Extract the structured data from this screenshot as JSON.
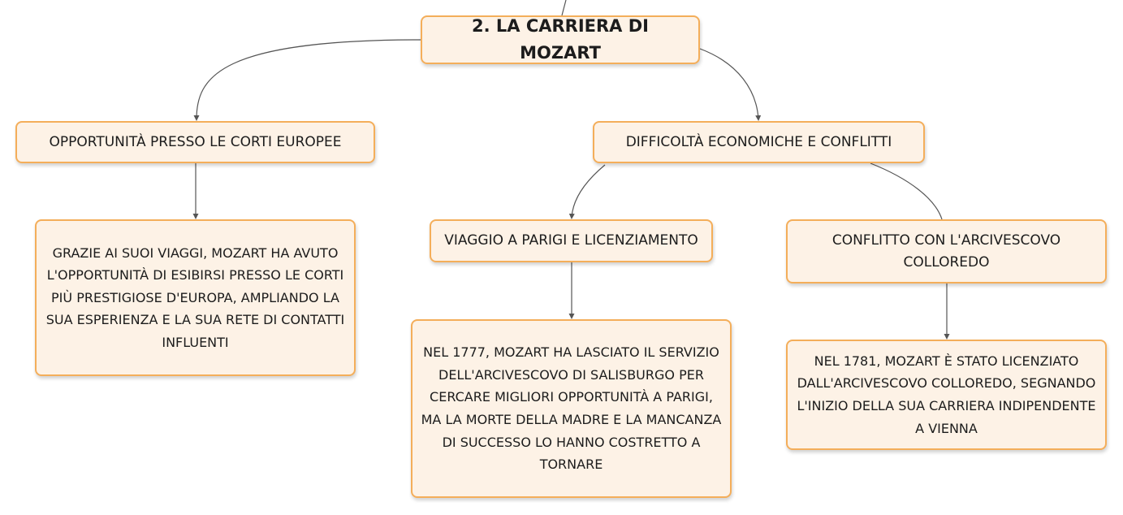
{
  "title": "2. LA CARRIERA DI MOZART",
  "branches": {
    "opportunita": {
      "label": "OPPORTUNITÀ PRESSO LE CORTI EUROPEE",
      "detail": "GRAZIE AI SUOI VIAGGI, MOZART HA AVUTO L'OPPORTUNITÀ DI ESIBIRSI PRESSO LE CORTI PIÙ PRESTIGIOSE D'EUROPA, AMPLIANDO LA SUA ESPERIENZA E LA SUA RETE DI CONTATTI INFLUENTI"
    },
    "difficolta": {
      "label": "DIFFICOLTÀ ECONOMICHE E CONFLITTI",
      "viaggio": {
        "label": "VIAGGIO A PARIGI E LICENZIAMENTO",
        "detail": "NEL 1777, MOZART HA LASCIATO IL SERVIZIO DELL'ARCIVESCOVO DI SALISBURGO PER CERCARE MIGLIORI OPPORTUNITÀ A PARIGI, MA LA MORTE DELLA MADRE E LA MANCANZA DI SUCCESSO LO HANNO COSTRETTO A TORNARE"
      },
      "conflitto": {
        "label": "CONFLITTO CON L'ARCIVESCOVO COLLOREDO",
        "detail": "NEL 1781, MOZART È STATO LICENZIATO DALL'ARCIVESCOVO COLLOREDO, SEGNANDO L'INIZIO DELLA SUA CARRIERA INDIPENDENTE A VIENNA"
      }
    }
  },
  "colors": {
    "node_fill": "#fdf2e6",
    "node_border": "#f4ae5a",
    "connector": "#555555",
    "text": "#1c1c1c"
  }
}
